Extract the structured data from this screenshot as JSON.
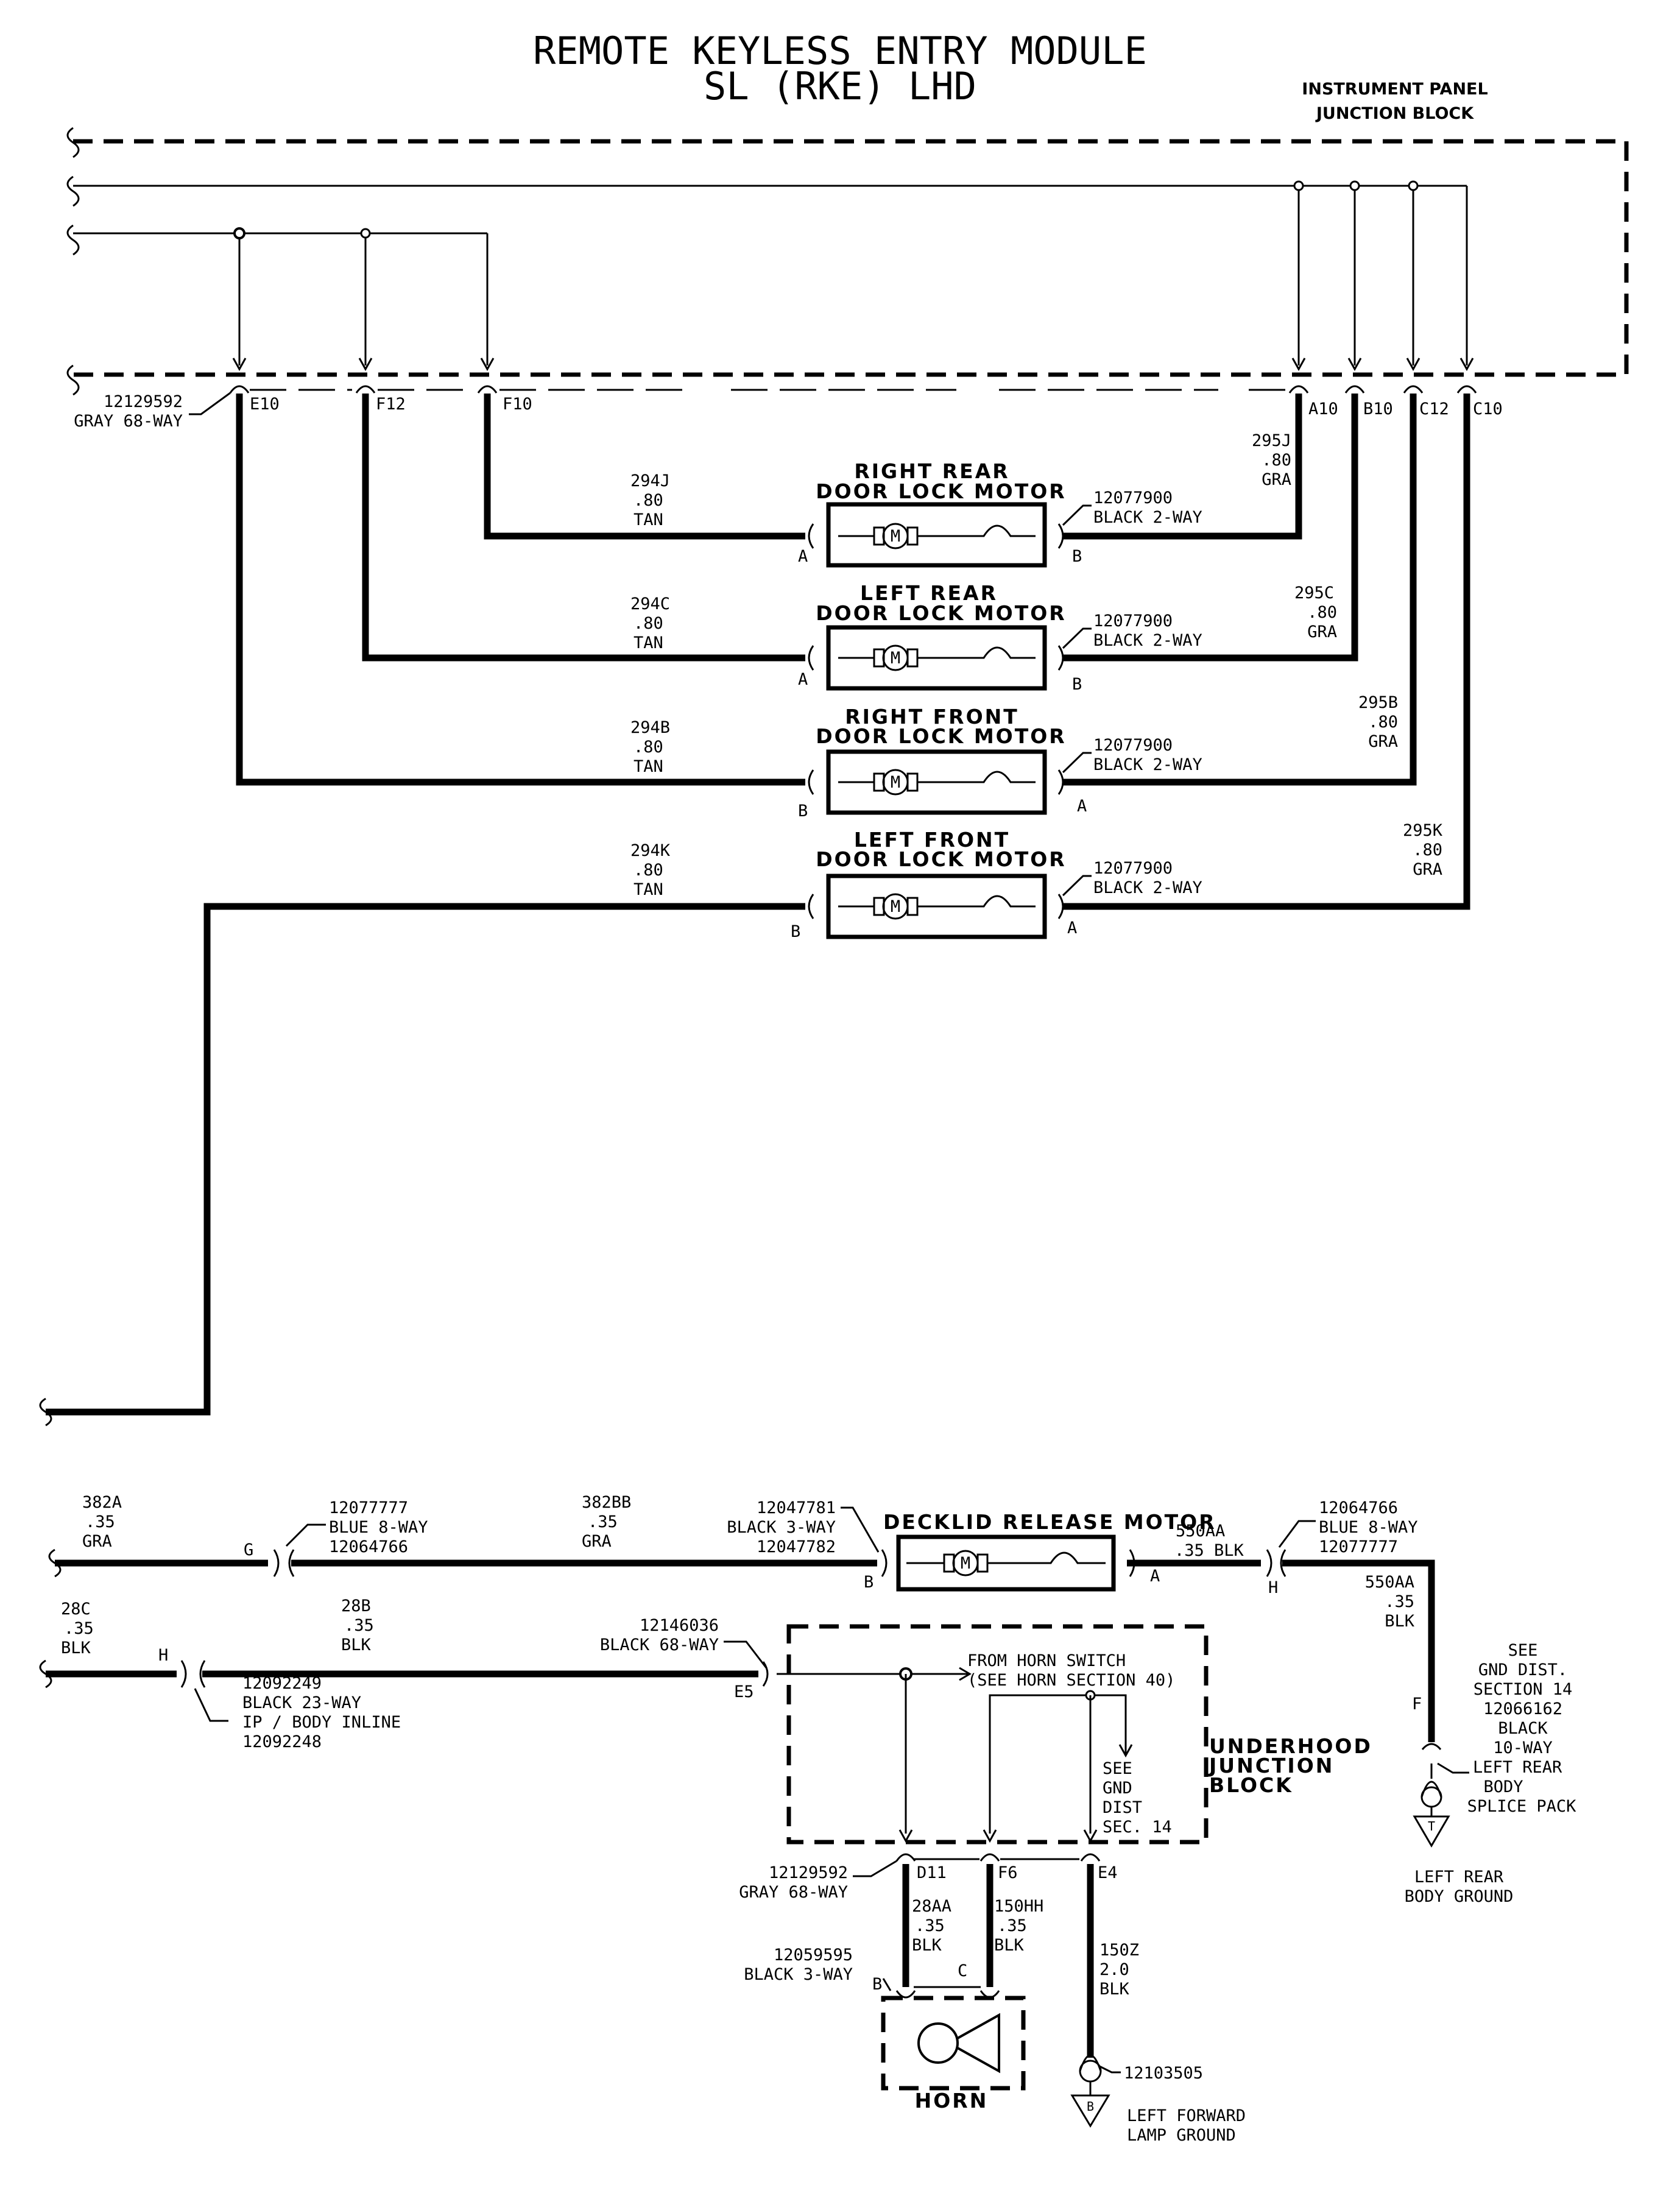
{
  "title": {
    "line1": "REMOTE KEYLESS ENTRY MODULE",
    "line2": "SL (RKE) LHD"
  },
  "ip_junction_block": {
    "label_line1": "INSTRUMENT PANEL",
    "label_line2": "JUNCTION BLOCK",
    "connector_part": "12129592",
    "connector_desc": "GRAY 68-WAY",
    "pins": [
      "E10",
      "F12",
      "F10",
      "A10",
      "B10",
      "C12",
      "C10"
    ]
  },
  "door_motors": [
    {
      "name_line1": "RIGHT REAR",
      "name_line2": "DOOR LOCK MOTOR",
      "left_circuit": "294J",
      "left_gauge": ".80",
      "left_color": "TAN",
      "right_circuit": "295J",
      "right_gauge": ".80",
      "right_color": "GRA",
      "connector_part": "12077900",
      "connector_desc": "BLACK 2-WAY",
      "left_pin": "A",
      "right_pin": "B"
    },
    {
      "name_line1": "LEFT REAR",
      "name_line2": "DOOR LOCK MOTOR",
      "left_circuit": "294C",
      "left_gauge": ".80",
      "left_color": "TAN",
      "right_circuit": "295C",
      "right_gauge": ".80",
      "right_color": "GRA",
      "connector_part": "12077900",
      "connector_desc": "BLACK 2-WAY",
      "left_pin": "A",
      "right_pin": "B"
    },
    {
      "name_line1": "RIGHT FRONT",
      "name_line2": "DOOR LOCK MOTOR",
      "left_circuit": "294B",
      "left_gauge": ".80",
      "left_color": "TAN",
      "right_circuit": "295B",
      "right_gauge": ".80",
      "right_color": "GRA",
      "connector_part": "12077900",
      "connector_desc": "BLACK 2-WAY",
      "left_pin": "B",
      "right_pin": "A"
    },
    {
      "name_line1": "LEFT FRONT",
      "name_line2": "DOOR LOCK MOTOR",
      "left_circuit": "294K",
      "left_gauge": ".80",
      "left_color": "TAN",
      "right_circuit": "295K",
      "right_gauge": ".80",
      "right_color": "GRA",
      "connector_part": "12077900",
      "connector_desc": "BLACK 2-WAY",
      "left_pin": "B",
      "right_pin": "A"
    }
  ],
  "motor_symbol": "M",
  "decklid": {
    "name": "DECKLID RELEASE MOTOR",
    "w382a": {
      "circuit": "382A",
      "gauge": ".35",
      "color": "GRA"
    },
    "conn_g": {
      "pin": "G",
      "part1": "12077777",
      "desc": "BLUE 8-WAY",
      "part2": "12064766"
    },
    "w382bb": {
      "circuit": "382BB",
      "gauge": ".35",
      "color": "GRA"
    },
    "conn_motor_left": {
      "part1": "12047781",
      "desc": "BLACK 3-WAY",
      "part2": "12047782",
      "pin": "B"
    },
    "right_pin": "A",
    "w550aa": {
      "circuit": "550AA",
      "gauge": ".35",
      "color": "BLK"
    },
    "conn_h": {
      "pin": "H",
      "part1": "12064766",
      "desc": "BLUE 8-WAY",
      "part2": "12077777"
    },
    "w550aa_down": {
      "circuit": "550AA",
      "gauge": ".35",
      "color": "BLK"
    },
    "splice_ref": {
      "line1": "SEE",
      "line2": "GND DIST.",
      "line3": "SECTION 14",
      "line4": "12066162",
      "line5": "BLACK",
      "line6": "10-WAY",
      "line7": "LEFT REAR",
      "line8": "BODY",
      "line9": "SPLICE PACK",
      "pin": "F"
    },
    "ground": {
      "symbol": "T",
      "line1": "LEFT REAR",
      "line2": "BODY GROUND"
    }
  },
  "horn_circuit": {
    "w28c": {
      "circuit": "28C",
      "gauge": ".35",
      "color": "BLK"
    },
    "inline": {
      "pin": "H",
      "part1": "12092249",
      "desc1": "BLACK 23-WAY",
      "desc2": "IP / BODY INLINE",
      "part2": "12092248"
    },
    "w28b": {
      "circuit": "28B",
      "gauge": ".35",
      "color": "BLK"
    },
    "ujb_conn": {
      "part": "12146036",
      "desc": "BLACK 68-WAY",
      "pin": "E5"
    },
    "ujb": {
      "label_line1": "UNDERHOOD",
      "label_line2": "JUNCTION",
      "label_line3": "BLOCK",
      "from_horn_line1": "FROM HORN SWITCH",
      "from_horn_line2": "(SEE HORN SECTION 40)",
      "see_gnd_line1": "SEE",
      "see_gnd_line2": "GND",
      "see_gnd_line3": "DIST",
      "see_gnd_line4": "SEC. 14"
    },
    "ujb_bottom_conn": {
      "part": "12129592",
      "desc": "GRAY 68-WAY",
      "pins": [
        "D11",
        "F6",
        "E4"
      ]
    },
    "w28aa": {
      "circuit": "28AA",
      "gauge": ".35",
      "color": "BLK"
    },
    "w150hh": {
      "circuit": "150HH",
      "gauge": ".35",
      "color": "BLK"
    },
    "w150z": {
      "circuit": "150Z",
      "gauge": "2.0",
      "color": "BLK"
    },
    "horn_conn": {
      "part": "12059595",
      "desc": "BLACK 3-WAY",
      "pin_b": "B",
      "pin_c": "C"
    },
    "horn_label": "HORN",
    "ground_ring": {
      "part": "12103505"
    },
    "ground": {
      "symbol": "B",
      "line1": "LEFT FORWARD",
      "line2": "LAMP GROUND"
    }
  }
}
